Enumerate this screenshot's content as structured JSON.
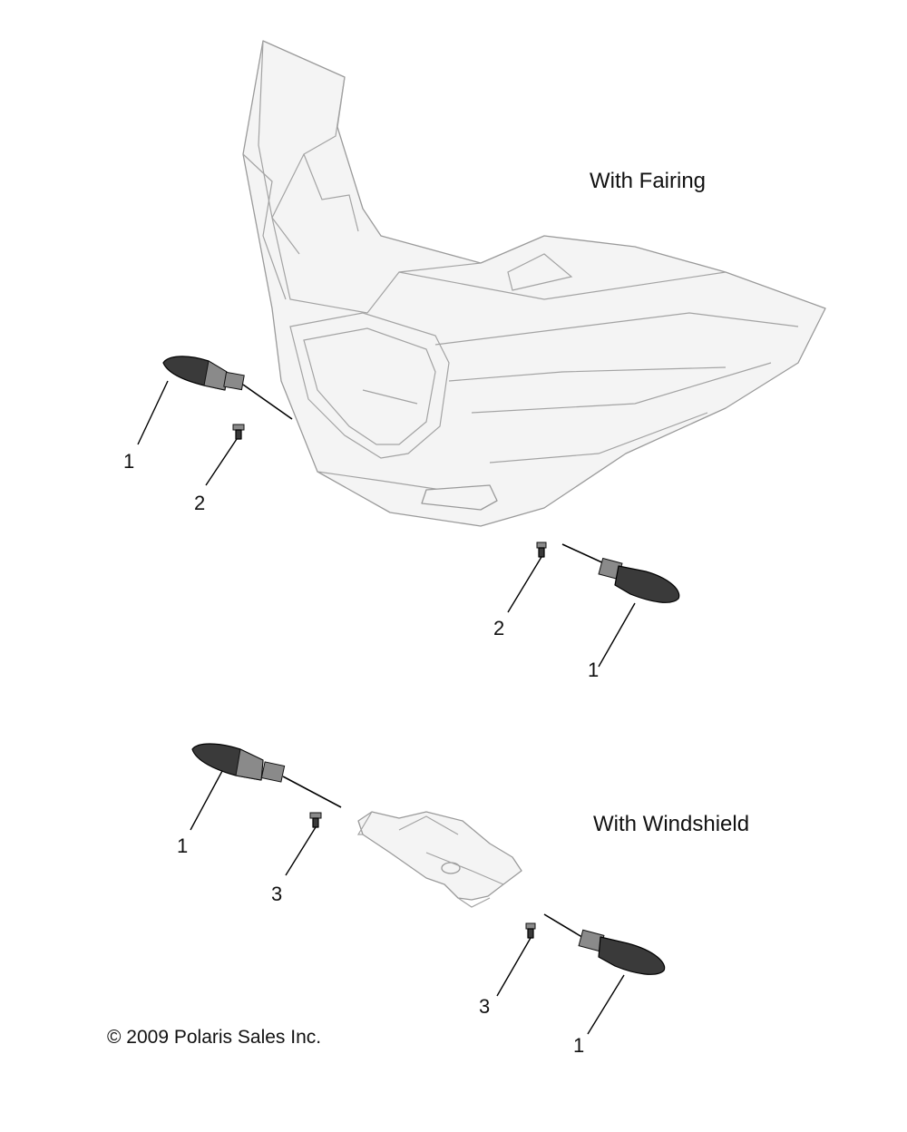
{
  "labels": {
    "with_fairing": "With Fairing",
    "with_windshield": "With Windshield",
    "copyright": "© 2009 Polaris Sales Inc."
  },
  "callouts": {
    "c1a": "1",
    "c2a": "2",
    "c2b": "2",
    "c1b": "1",
    "c1c": "1",
    "c3a": "3",
    "c3b": "3",
    "c1d": "1"
  }
}
